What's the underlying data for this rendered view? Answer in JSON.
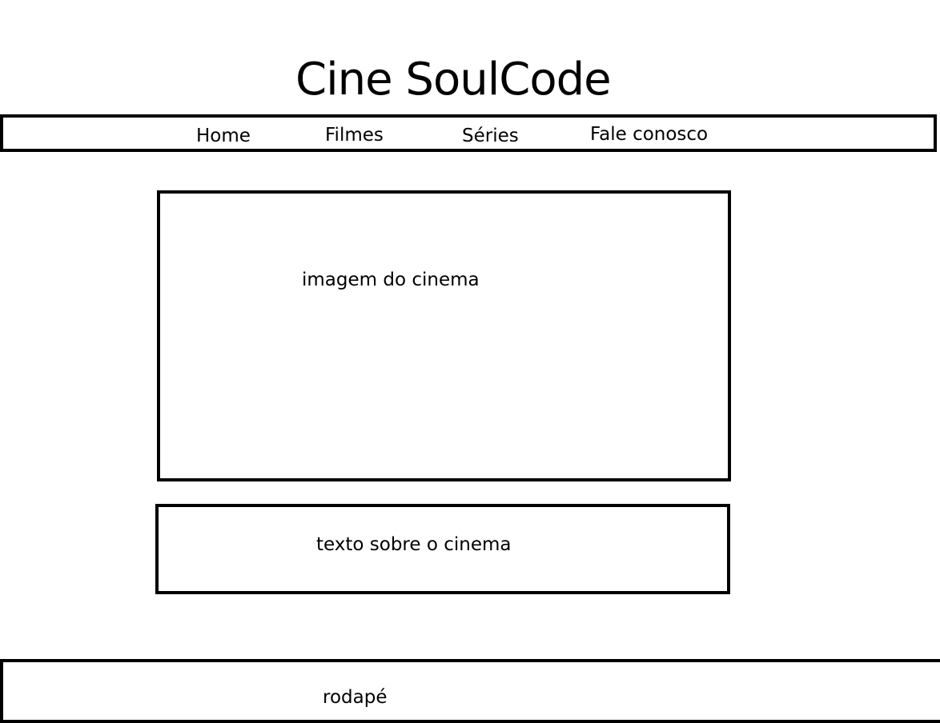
{
  "header": {
    "title": "Cine SoulCode"
  },
  "nav": {
    "items": [
      {
        "label": "Home"
      },
      {
        "label": "Filmes"
      },
      {
        "label": "Séries"
      },
      {
        "label": "Fale conosco"
      }
    ]
  },
  "main": {
    "image_placeholder": "imagem do cinema",
    "text_placeholder": "texto sobre o cinema"
  },
  "footer": {
    "label": "rodapé"
  }
}
